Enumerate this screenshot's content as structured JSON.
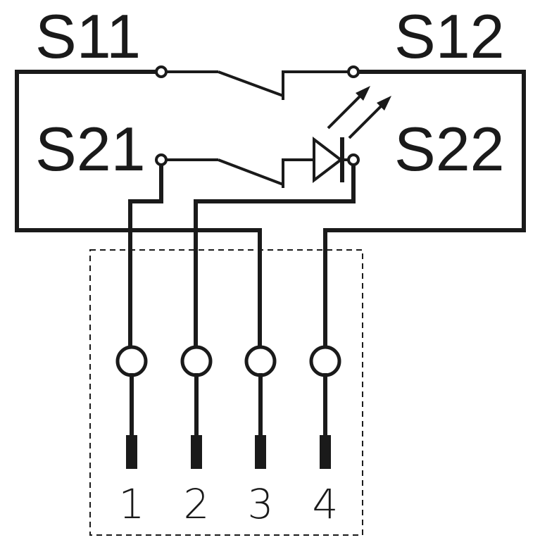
{
  "terminals": {
    "s11": "S11",
    "s12": "S12",
    "s21": "S21",
    "s22": "S22"
  },
  "pins": [
    "1",
    "2",
    "3",
    "4"
  ],
  "colors": {
    "ink": "#1a1a1a",
    "background": "#ffffff"
  },
  "icons": {
    "indicator": "led-icon"
  }
}
